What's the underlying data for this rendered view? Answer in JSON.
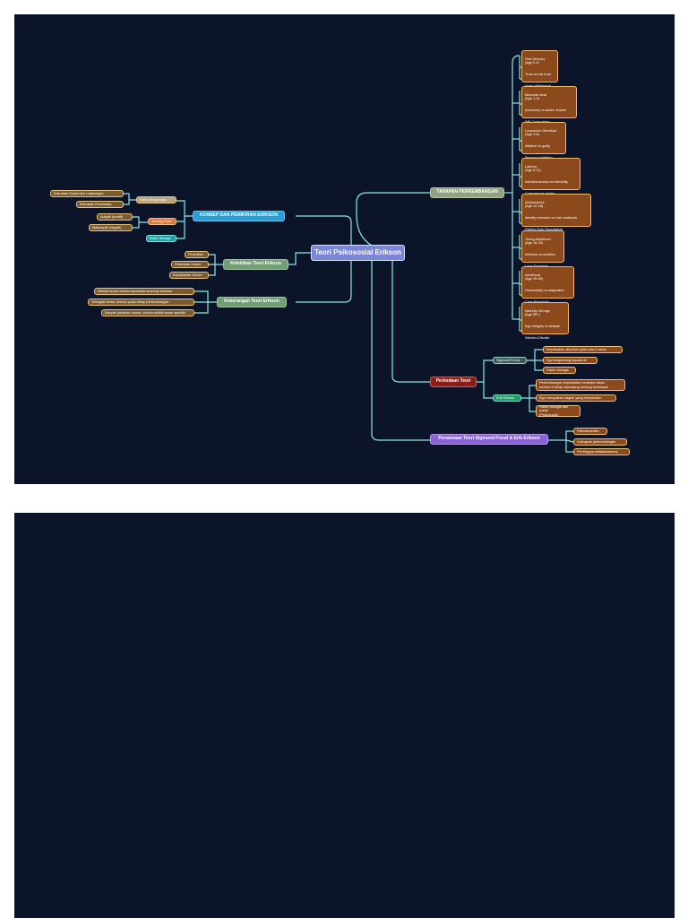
{
  "center": "Teori Psikososial Erikson",
  "konsep": {
    "title": "KONSEP DAN PEMIKIRAN ERIKSON",
    "faktor": "Faktor lingkungan",
    "faktor_items": [
      "Kekuatan Sosial dan Lingkungan",
      "Kekuatan Pemersatu"
    ],
    "turning": "Turning Point",
    "turning_items": [
      "Adaptif (positif)",
      "Maladaptif (negatif)"
    ],
    "basic": "Basic Strenge"
  },
  "kelebihan": {
    "title": "Kelebihan Teori Erikson",
    "items": [
      "Penelitian",
      "Pekerjaan Umum",
      "Kepribadian Umum"
    ]
  },
  "kekurangan": {
    "title": "Kekurangan Teori Erikson",
    "items": [
      "Melihat dunia melalui kacamata seorang seniman",
      "Sebagian besar tertulus pada tahap perkembangan",
      "Banyak panduan utama, namun sedikit saran spesifik"
    ]
  },
  "tahapan": {
    "title": "TAHAPAN PERKEMBANGAN",
    "stages": [
      [
        "Oral-Sensory\n(Age 0-1)",
        "Trust vs mis trust",
        "Hope-Withdrawal"
      ],
      [
        "Muscular-Anal\n(Age 1-3)",
        "Autonomy vs doubt, shame",
        "Will-Compulsion"
      ],
      [
        "Locomotor-Genetical\n(Age 3-5)",
        "Iditative vs guilty",
        "Purpose-Inhibition"
      ],
      [
        "Latency\n(Age 6-11)",
        "Industriousness vs inferiority",
        "Competence-Inertia"
      ],
      [
        "Adolescence\n(Age 12-18)",
        "Identity cohesion vs role confusion",
        "Fidelity-Role Repudiation"
      ],
      [
        "Young Adulthood\n(Age 18-25)",
        "Intimacy vs isolation",
        "Love-Exclusive"
      ],
      [
        "Adulthood\n(Age 25-55)",
        "Generativity vs stagnation",
        "Care-Rejectivity"
      ],
      [
        "Maturity Old age\n(Age 55+)",
        "Ego integrity vs despair",
        "Wisdom-Disdain"
      ]
    ]
  },
  "perbedaan": {
    "title": "Perbedaan Teori",
    "freud": "Sigmund Freud",
    "freud_items": [
      "Kepribadian dibentuk pada usia 5 tahun",
      "Ego bergantung kepada id",
      "Faktor biologis"
    ],
    "erik": "Erik Erikson",
    "erik_items": [
      "Perkembangan kepribadian berlanjut dalam\nseluruh 8 tahap sepanjang rentang kehidupan",
      "Ego merupakan bagian yang independen",
      "Faktor biologis dan sosial\n(Psikososial)"
    ]
  },
  "persamaan": {
    "title": "Persamaan Teori Sigmund Freud & Erik Erikson",
    "items": [
      "Psikodinamika",
      "4 tahapan perkembangan",
      "Pentingnya ketidaksadaran"
    ]
  },
  "colors": {
    "background": "#0c1429",
    "line": "#8fe6e6",
    "center": "#7b87d6",
    "konsep": "#2a9fd6",
    "tahapan": "#8fa37e",
    "kelebihan": "#6f9f73",
    "kekurangan": "#6f9f73",
    "perbedaan": "#8a1c17",
    "persamaan": "#8a64d6",
    "stage": "#8c4a1c"
  }
}
